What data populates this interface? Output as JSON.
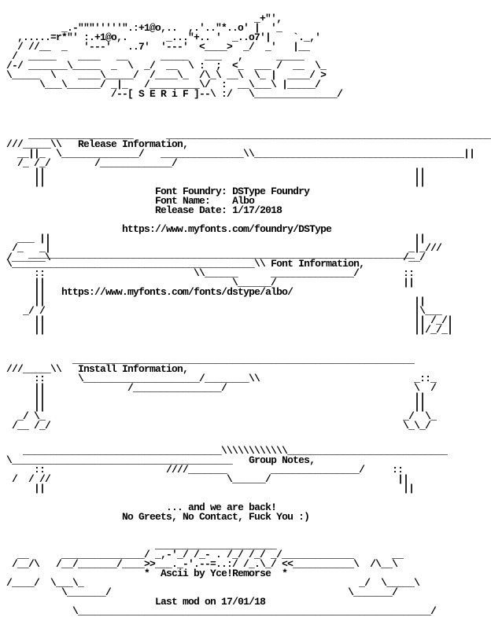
{
  "sections": {
    "header": {
      "art": "                                             _+\"',\n          _.-\"\"\"'''''\".:+1@o,..  ,.'..\"*..o' |  '_ \n  ,.....=r*\"' :.+1@o,.       _...\"+.. '  _..o7'|    `._,'\n  / //__  _   '---'   ..7'  '---'  <____>  _/  _'   |__\n /  _____    ____   __      _____   ___   ,      _____\n/-/ _______\\_____  _  \\  _/  __  \\ :  ;  <_  ___ /  __  \\_\n\\_____  \\    ____\\_____/  /____\\_  /\\_\\ __\\  \\_ |  ____/ >\n      \\___\\______/ _|_   /_________\\/  :  __\\___\\ |_____/\n                   /--[ S E R i F ]--\\ :/   \\_______________/"
    },
    "release": {
      "art_top": "    ___________________      ___________________________________________________________\n///_____\\\\",
      "title": "Release Information,",
      "art_mid": "  __||_  \\______________/   _______________\\\\______________________________________||\n  /_ /_/        /_____________/\n     ||                                                                   ||\n     ||                                                                   ||",
      "foundry_line": "Font Foundry: DSType Foundry",
      "name_line": "Font Name:    Albo",
      "date_line": "Release Date: 1/17/2018",
      "url": "https://www.myfonts.com/foundry/DSType",
      "art_bottom": "  ___ ||                                                                  ||\n /_   _|                                                                 _|_///\n/______\\                                                                /__/"
    },
    "font_info": {
      "art_top": "    ______________________________________________________________________\n\\____________________________________________\\\\",
      "title": "Font Information,",
      "art_mid": "     ::                           \\\\______      _______________/        ::\n     ||                                  \\______/                       ||\n     ||",
      "url": "https://www.myfonts.com/fonts/dstype/albo/",
      "art_bottom": "     ||                                                                   ||\n   _/ /                                                                   |\\___\n     ||                                                                   || /_/|\n     ||                                                                   ||/_/_|"
    },
    "install": {
      "art_top": "            ______________________________________________________________\n///_____\\\\",
      "title": "Install Information,",
      "art_mid": "     ::      \\_____________________/________\\\\                            _::_\n     ||               /________________/                                  \\  /\n     ||                                                                   ||\n     ||                                                                   ||\n  _/ \\_                                                                 _/  \\_\n /__ /_/                                                                \\_\\_/"
    },
    "group": {
      "art_top": "   ____________________________________\\\\\\\\\\\\\\\\\\\\\\\\_____________________________\n\\________________________________________",
      "title": "Group Notes,",
      "art_mid": "     ::                      ////_______        ________________/     ::\n /  / //                                \\______/                       ||\n     ||                                                                 ||",
      "line1": "... and we are back!",
      "line2": "No Greets, No Contact, Fuck You :)"
    },
    "footer": {
      "art_top": "                           ______________________\n  __      _______________/ _,-'_/ /_- . /_/ /_/ _/_____________       __\n /__/\\   /__/_______/____>>___._-'.--=..:/ /_.\\_/ <<___________\\  /\\__\\",
      "credit": "*  Ascii by Yce!Remorse  *",
      "art_mid": "/____/  \\___\\_                                                  _/  \\_____\\\n          \\_______/                                           \\_______/",
      "lastmod": "Last mod on 17/01/18",
      "art_bottom": "            \\________________________________________________________________/"
    }
  }
}
